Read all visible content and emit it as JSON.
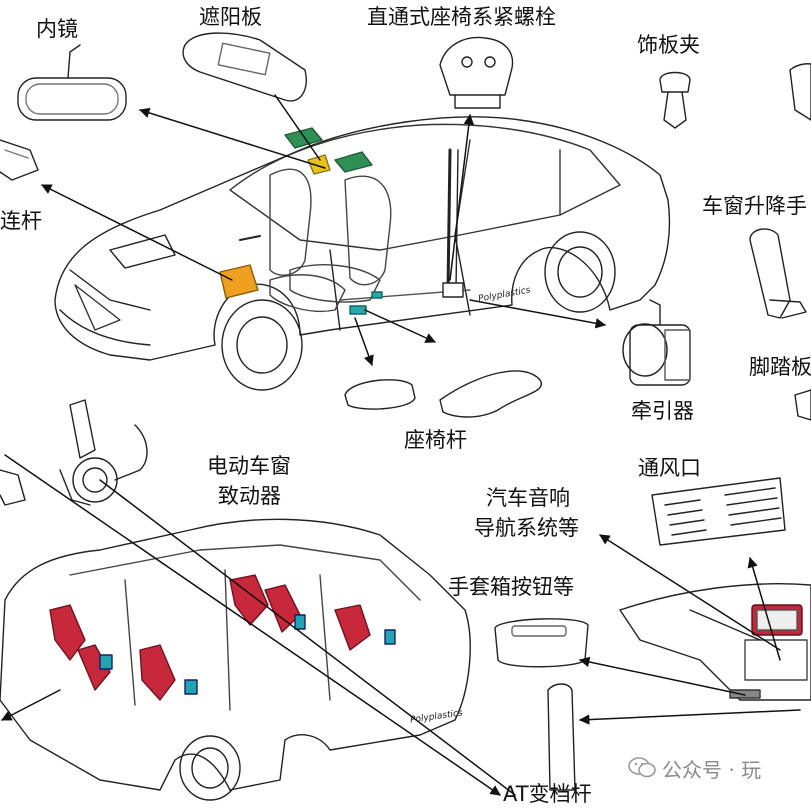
{
  "labels": {
    "mirror": "内镜",
    "sun_visor": "遮阳板",
    "seatbelt_bolt": "直通式座椅系紧螺栓",
    "trim_clip": "饰板夹",
    "link_rod": "连杆",
    "window_lift": "车窗升降手",
    "pedal": "脚踏板",
    "traction": "牵引器",
    "seat_lever": "座椅杆",
    "power_window_l1": "电动车窗",
    "power_window_l2": "致动器",
    "vent": "通风口",
    "audio_l1": "汽车音响",
    "audio_l2": "导航系统等",
    "glovebox": "手套箱按钮等",
    "at_lever": "AT变档杆"
  },
  "brand_text": "Polyplastics",
  "watermark": {
    "text": "公众号 · 玩",
    "icon": "wechat-icon"
  },
  "colors": {
    "visor_green": "#2f8f55",
    "visor_yellow": "#e8c320",
    "link_orange": "#f0a020",
    "seat_teal": "#2aa7a7",
    "actuator_red": "#c8283c",
    "actuator_teal": "#24a3b3",
    "line": "#222222"
  }
}
